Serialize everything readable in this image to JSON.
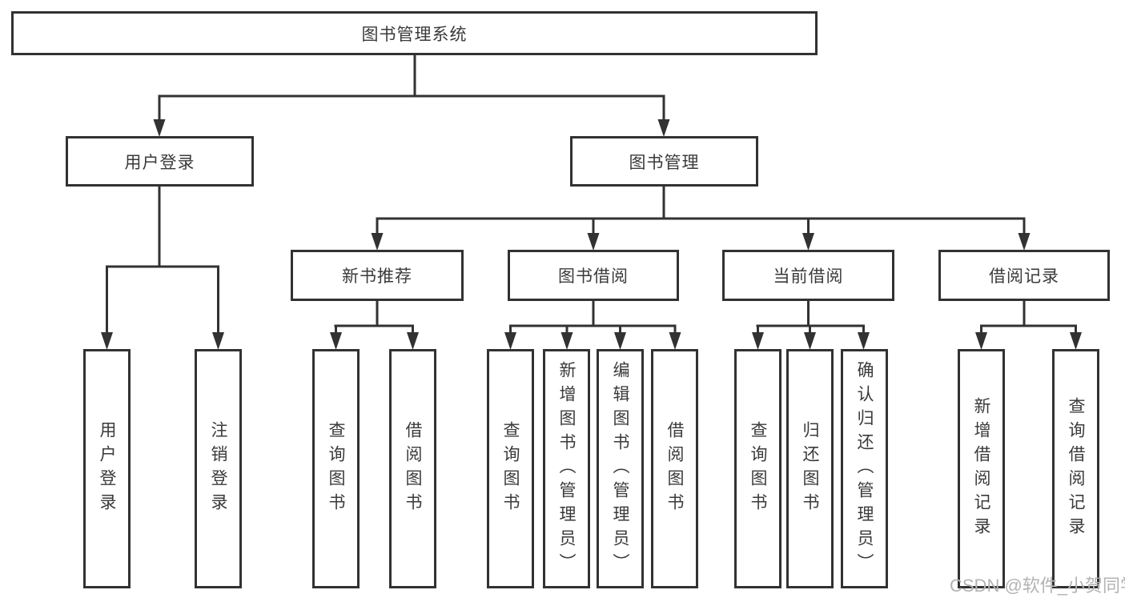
{
  "diagram": {
    "root": {
      "label": "图书管理系统"
    },
    "branches": [
      {
        "label": "用户登录",
        "children": [
          {
            "label": "用户登录"
          },
          {
            "label": "注销登录"
          }
        ]
      },
      {
        "label": "图书管理",
        "children": [
          {
            "label": "新书推荐",
            "children": [
              {
                "label": "查询图书"
              },
              {
                "label": "借阅图书"
              }
            ]
          },
          {
            "label": "图书借阅",
            "children": [
              {
                "label": "查询图书"
              },
              {
                "label": "新增图书（管理员）"
              },
              {
                "label": "编辑图书（管理员）"
              },
              {
                "label": "借阅图书"
              }
            ]
          },
          {
            "label": "当前借阅",
            "children": [
              {
                "label": "查询图书"
              },
              {
                "label": "归还图书"
              },
              {
                "label": "确认归还（管理员）"
              }
            ]
          },
          {
            "label": "借阅记录",
            "children": [
              {
                "label": "新增借阅记录"
              },
              {
                "label": "查询借阅记录"
              }
            ]
          }
        ]
      }
    ]
  },
  "watermark": {
    "text": "CSDN @软件_小贺同学"
  },
  "colors": {
    "line": "#323232",
    "box_border": "#323232",
    "box_background": "#ffffff",
    "text": "#3a3a3a",
    "watermark": "#b3b3b3"
  }
}
